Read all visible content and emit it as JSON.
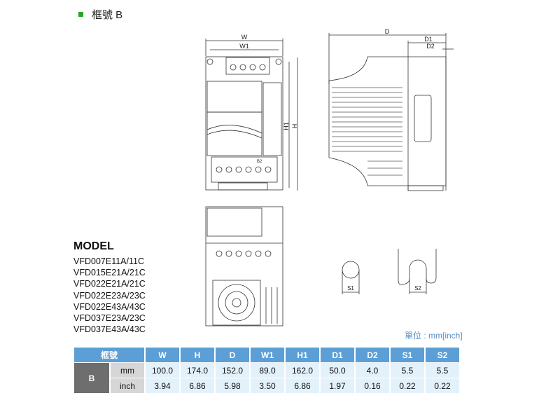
{
  "title": "框號 B",
  "drawing_labels": {
    "W": "W",
    "W1": "W1",
    "H": "H",
    "H1": "H1",
    "D": "D",
    "D1": "D1",
    "D2": "D2",
    "S1": "S1",
    "S2": "S2",
    "B2": "B2"
  },
  "models": {
    "heading": "MODEL",
    "items": [
      "VFD007E11A/11C",
      "VFD015E21A/21C",
      "VFD022E21A/21C",
      "VFD022E23A/23C",
      "VFD022E43A/43C",
      "VFD037E23A/23C",
      "VFD037E43A/43C"
    ]
  },
  "unit_note": "單位 : mm[inch]",
  "table": {
    "frame_header": "框號",
    "columns": [
      "W",
      "H",
      "D",
      "W1",
      "H1",
      "D1",
      "D2",
      "S1",
      "S2"
    ],
    "frame": "B",
    "rows": [
      {
        "unit": "mm",
        "values": [
          "100.0",
          "174.0",
          "152.0",
          "89.0",
          "162.0",
          "50.0",
          "4.0",
          "5.5",
          "5.5"
        ]
      },
      {
        "unit": "inch",
        "values": [
          "3.94",
          "6.86",
          "5.98",
          "3.50",
          "6.86",
          "1.97",
          "0.16",
          "0.22",
          "0.22"
        ]
      }
    ]
  }
}
